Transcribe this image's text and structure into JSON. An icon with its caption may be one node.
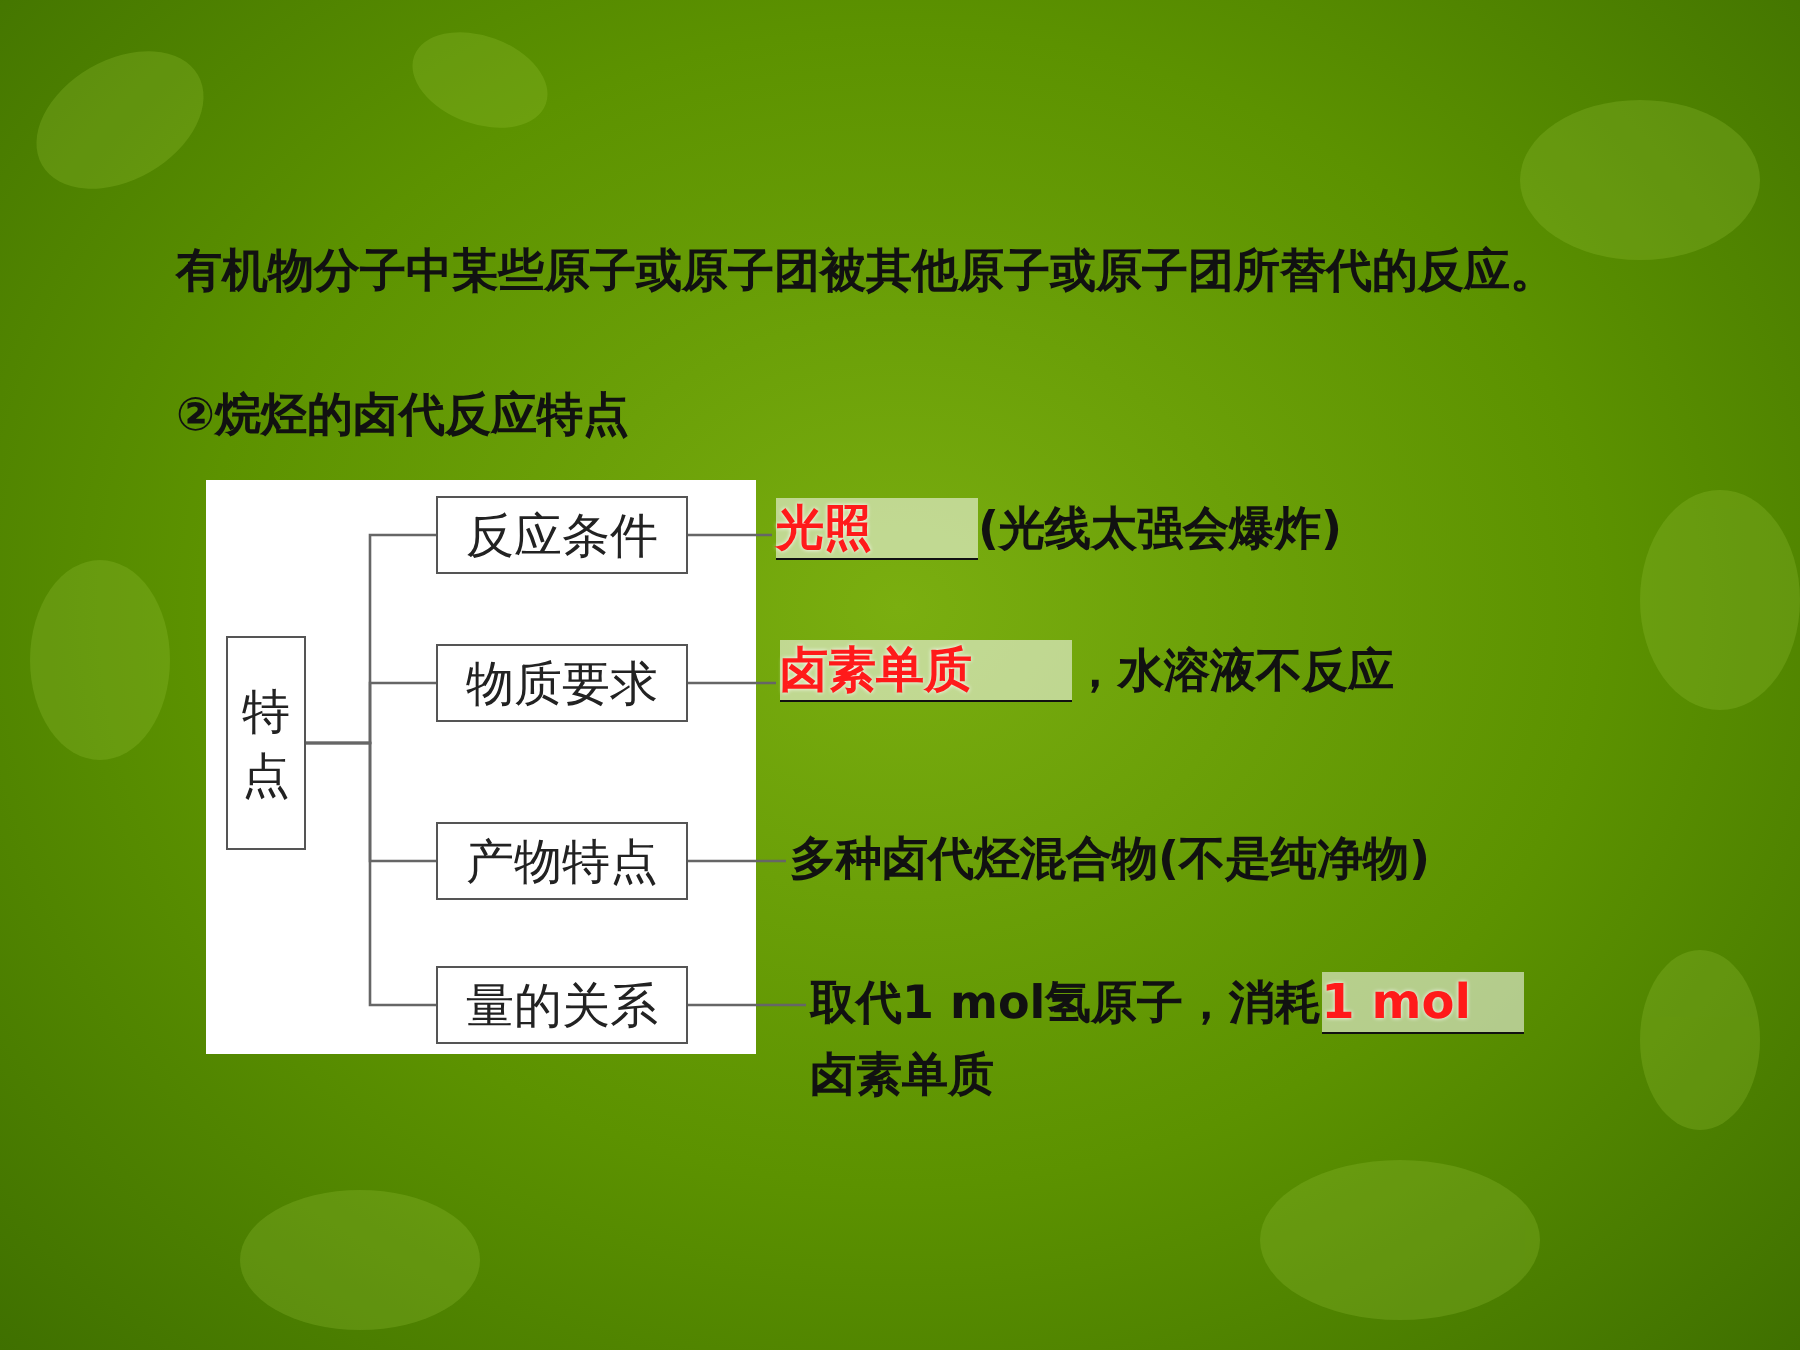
{
  "diagram": {
    "nodes": [
      {
        "text": [
          "特点"
        ]
      },
      {
        "text": [
          "反应条件"
        ]
      },
      {
        "text": [
          "物质要求"
        ]
      },
      {
        "text": [
          "产物特点"
        ]
      },
      {
        "text": [
          "量的关系"
        ]
      },
      {
        "text": [
          "光照",
          "(光线太强会爆炸)"
        ]
      },
      {
        "text": [
          "卤素单质",
          "，水溶液不反应"
        ]
      },
      {
        "text": [
          "多种卤代烃混合物(不是纯净物)"
        ]
      },
      {
        "text": [
          "取代1 mol氢原子，消耗",
          "1 mol",
          "卤素单质"
        ]
      }
    ],
    "edges": [
      {
        "from": 0,
        "to": 1,
        "arrow": "none"
      },
      {
        "from": 0,
        "to": 2,
        "arrow": "none"
      },
      {
        "from": 0,
        "to": 3,
        "arrow": "none"
      },
      {
        "from": 0,
        "to": 4,
        "arrow": "none"
      },
      {
        "from": 1,
        "to": 5,
        "arrow": "none"
      },
      {
        "from": 2,
        "to": 6,
        "arrow": "none"
      },
      {
        "from": 3,
        "to": 7,
        "arrow": "none"
      },
      {
        "from": 4,
        "to": 8,
        "arrow": "none"
      }
    ],
    "labels": [
      "有机物分子中某些原子或原子团被其他原子或原子团所替代的反应。",
      "②烷烃的卤代反应特点"
    ]
  }
}
